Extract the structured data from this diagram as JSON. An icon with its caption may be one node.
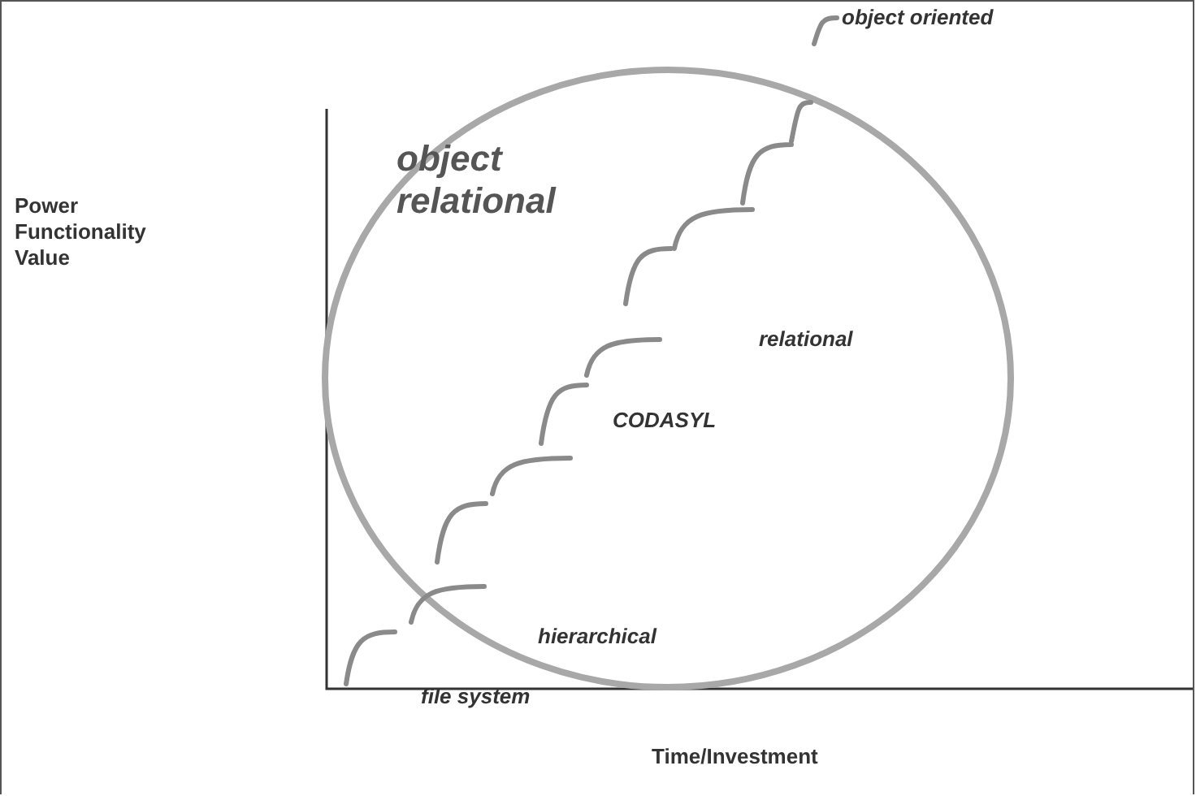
{
  "diagram": {
    "labels": [
      "object oriented",
      "object relational",
      "Power Functionality Value",
      "relational",
      "CODASYL",
      "hierarchical",
      "file system",
      "Time/Investment"
    ]
  }
}
